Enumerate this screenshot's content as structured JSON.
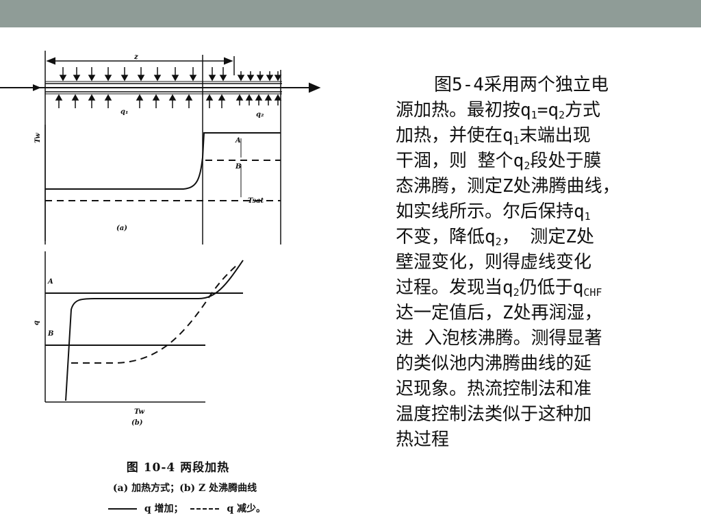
{
  "figure": {
    "caption_title": "图 10-4   两段加热",
    "caption_line1": "(a) 加热方式；(b) Z 处沸腾曲线",
    "caption_line2_solid": "q 增加；",
    "caption_line2_dash": "q 减少。",
    "labels": {
      "z": "z",
      "q1": "q₁",
      "q2": "q₂",
      "tw_a": "Tw",
      "A_a": "A",
      "B_a": "B",
      "tsat": "Tsat",
      "panel_a": "(a)",
      "A_b": "A",
      "B_b": "B",
      "q_axis": "q",
      "tw_b": "Tw",
      "panel_b": "(b)"
    }
  },
  "paragraph": {
    "line1": "图5-4采用两个独立电",
    "line2_a": "源加热。最初按q",
    "line2_sub1": "1",
    "line2_b": "=q",
    "line2_sub2": "2",
    "line2_c": "方式",
    "line3_a": "加热，并使在q",
    "line3_sub": "1",
    "line3_b": "末端出现",
    "line4_a": "干涸，则 整个q",
    "line4_sub": "2",
    "line4_b": "段处于膜",
    "line5": "态沸腾，测定Z处沸腾曲线，",
    "line6_a": "如实线所示。尔后保持q",
    "line6_sub": "1",
    "line7_a": "不变，降低q",
    "line7_sub": "2",
    "line7_b": "，  测定Z处",
    "line8": "壁湿变化，则得虚线变化",
    "line9_a": "过程。发现当q",
    "line9_sub1": "2",
    "line9_b": "仍低于q",
    "line9_sub2": "CHF",
    "line10": "达一定值后，Z处再润湿，",
    "line11": "进 入泡核沸腾。测得显著",
    "line12": "的类似池内沸腾曲线的延",
    "line13": "迟现象。热流控制法和准",
    "line14": "温度控制法类似于这种加",
    "line15": "热过程"
  }
}
